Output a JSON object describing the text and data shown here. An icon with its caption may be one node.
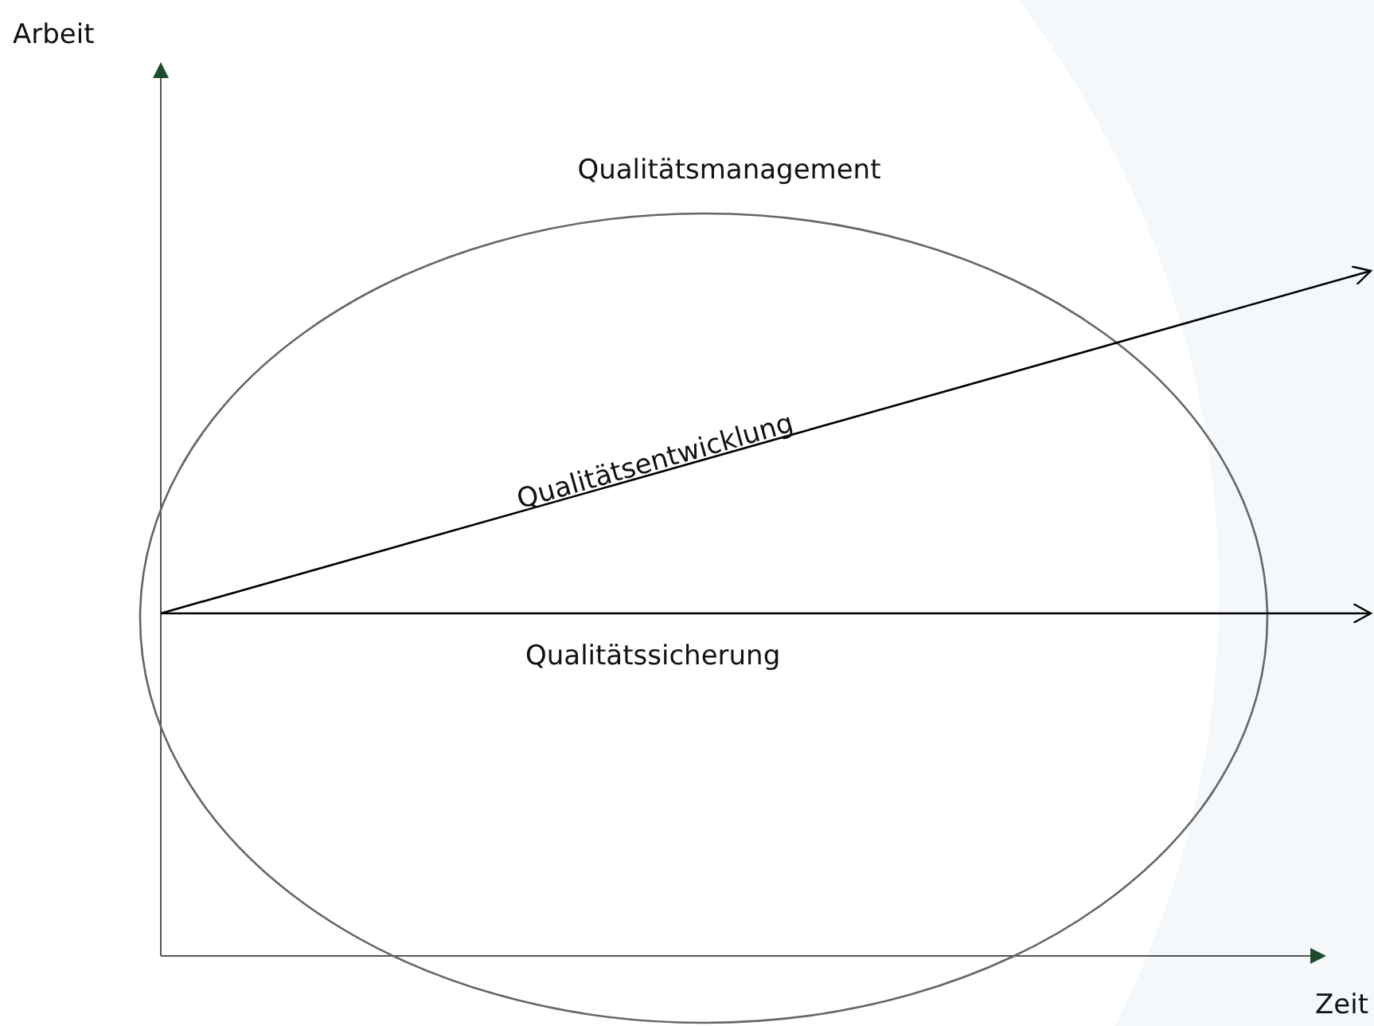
{
  "diagram": {
    "nodes": [
      {
        "text": [
          "Qualitätsmanagement"
        ]
      }
    ],
    "labels": [
      "Arbeit",
      "Qualitätsentwicklung",
      "Qualitätssicherung",
      "Zeit"
    ]
  }
}
